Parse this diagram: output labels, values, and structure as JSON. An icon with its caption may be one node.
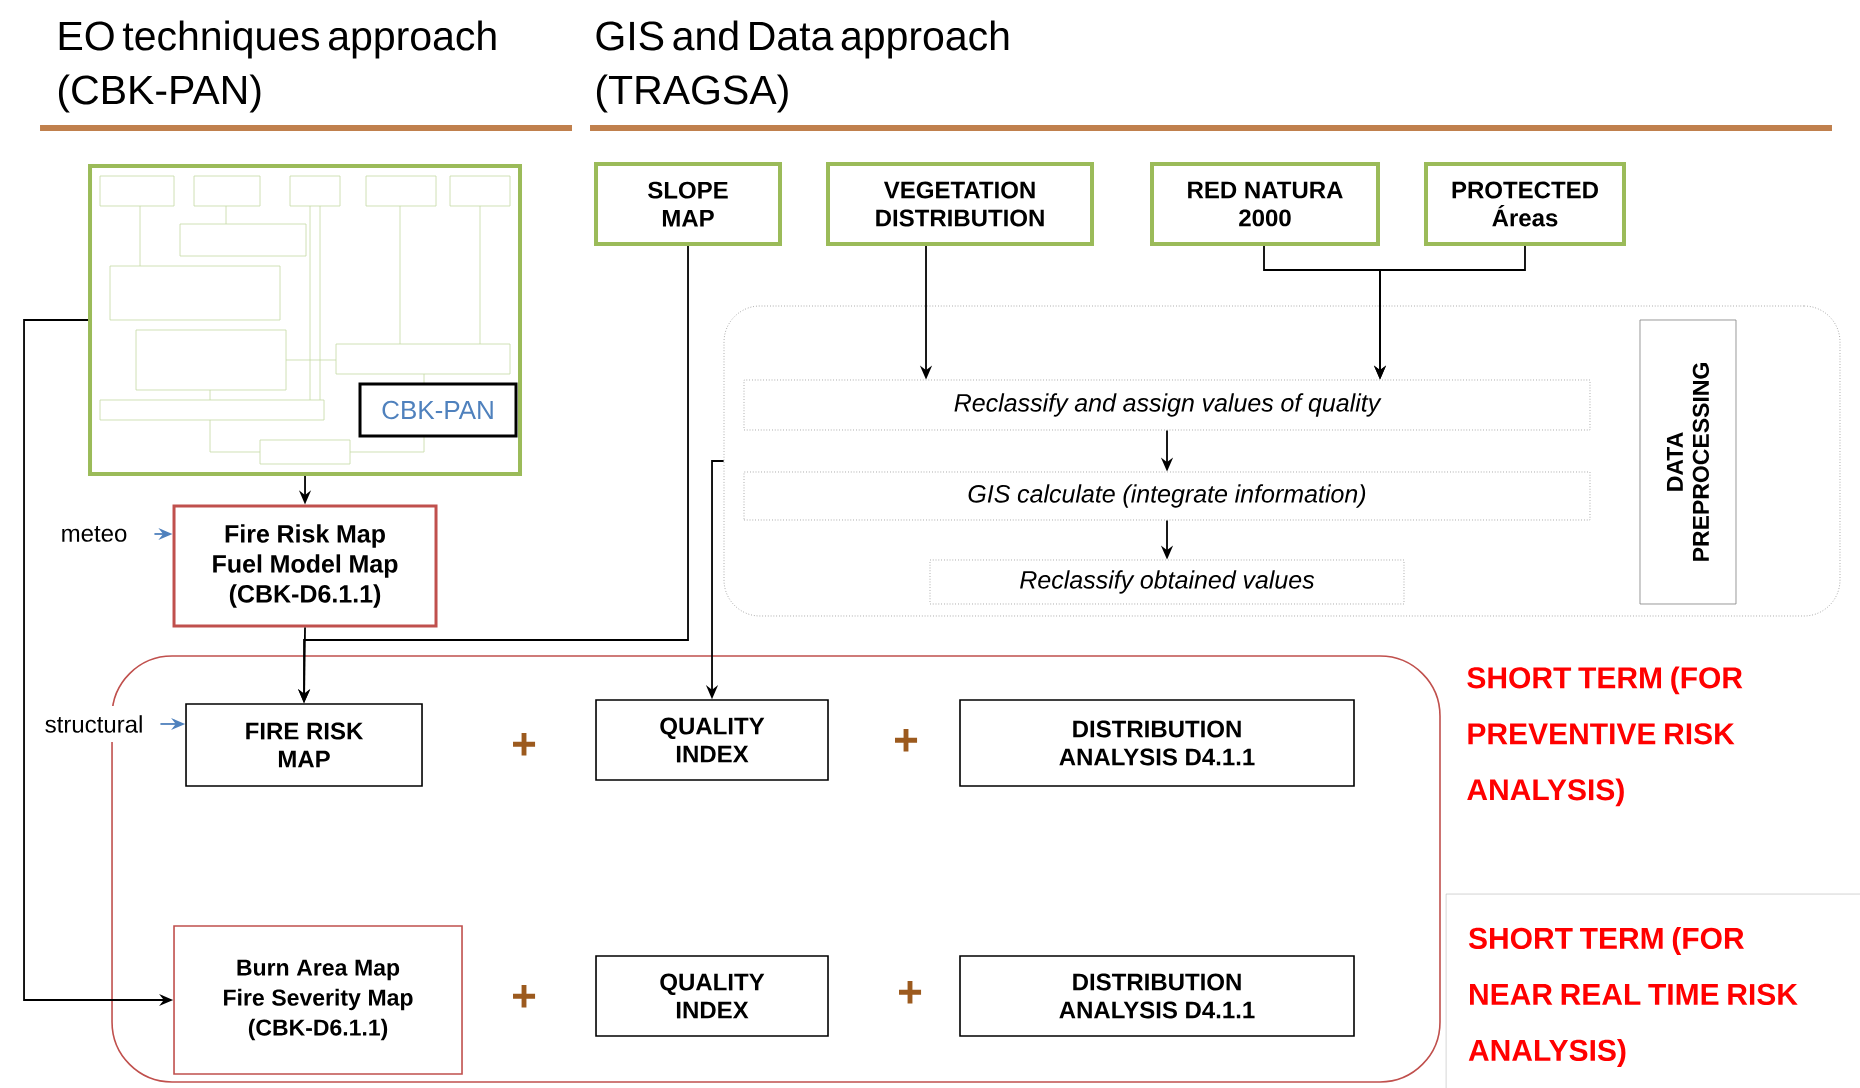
{
  "diagram": {
    "nodes": [
      {
        "text": [],
        "shape": "picture"
      },
      {
        "text": [
          "CBK-PAN"
        ],
        "in": 0
      },
      {
        "text": [
          "Fire Risk Map Fuel Model Map (CBK-D6.1.1)"
        ]
      },
      {
        "text": [
          "meteo"
        ]
      },
      {
        "text": [
          "SLOPE MAP"
        ]
      },
      {
        "text": [
          "VEGETATION DISTRIBUTION"
        ]
      },
      {
        "text": [
          "RED NATURA 2000"
        ]
      },
      {
        "text": [
          "PROTECTED Áreas"
        ]
      },
      {
        "text": [],
        "shape": "box"
      },
      {
        "text": [
          "Reclassify and assign values of quality"
        ],
        "in": 8
      },
      {
        "text": [
          "GIS calculate (integrate information)"
        ],
        "in": 8
      },
      {
        "text": [
          "Reclassify obtained values"
        ],
        "in": 8
      },
      {
        "text": [
          "DATA PREPROCESSING"
        ],
        "in": 8
      },
      {
        "text": [],
        "shape": "box"
      },
      {
        "text": [
          "structural"
        ]
      },
      {
        "text": [
          "FIRE RISK MAP"
        ],
        "in": 13
      },
      {
        "text": [
          "QUALITY INDEX"
        ],
        "in": 13
      },
      {
        "text": [
          "DISTRIBUTION ANALYSIS D4.1.1"
        ],
        "in": 13
      },
      {
        "text": [
          "Burn Area Map Fire Severity Map (CBK-D6.1.1)"
        ],
        "in": 13
      },
      {
        "text": [
          "QUALITY INDEX"
        ],
        "in": 13
      },
      {
        "text": [
          "DISTRIBUTION ANALYSIS D4.1.1"
        ],
        "in": 13
      },
      {
        "text": [
          "SHORT TERM (FOR NEAR REAL TIME RISK ANALYSIS)"
        ]
      }
    ],
    "edges": [
      {
        "from": 0,
        "to": 2,
        "arrow": "to"
      },
      {
        "from": 3,
        "to": 2,
        "arrow": "to",
        "color": "#4f81bd"
      },
      {
        "from": 0,
        "to": 18,
        "arrow": "to"
      },
      {
        "from": 5,
        "to": 9,
        "arrow": "to"
      },
      {
        "from": 6,
        "to": 9,
        "arrow": "to"
      },
      {
        "from": 7,
        "to": 9,
        "arrow": "to"
      },
      {
        "from": 9,
        "to": 10,
        "arrow": "to"
      },
      {
        "from": 10,
        "to": 11,
        "arrow": "to"
      },
      {
        "from": 2,
        "to": 15,
        "arrow": "to"
      },
      {
        "from": 4,
        "to": 15,
        "arrow": "to"
      },
      {
        "from": 8,
        "to": 16,
        "arrow": "to"
      },
      {
        "from": 14,
        "to": 15,
        "arrow": "to",
        "color": "#4f81bd"
      }
    ],
    "labels": [
      "EO techniques approach (CBK-PAN)",
      "GIS and Data approach (TRAGSA)",
      "+",
      "+",
      "+",
      "+",
      "SHORT TERM (FOR PREVENTIVE RISK ANALYSIS)"
    ]
  }
}
